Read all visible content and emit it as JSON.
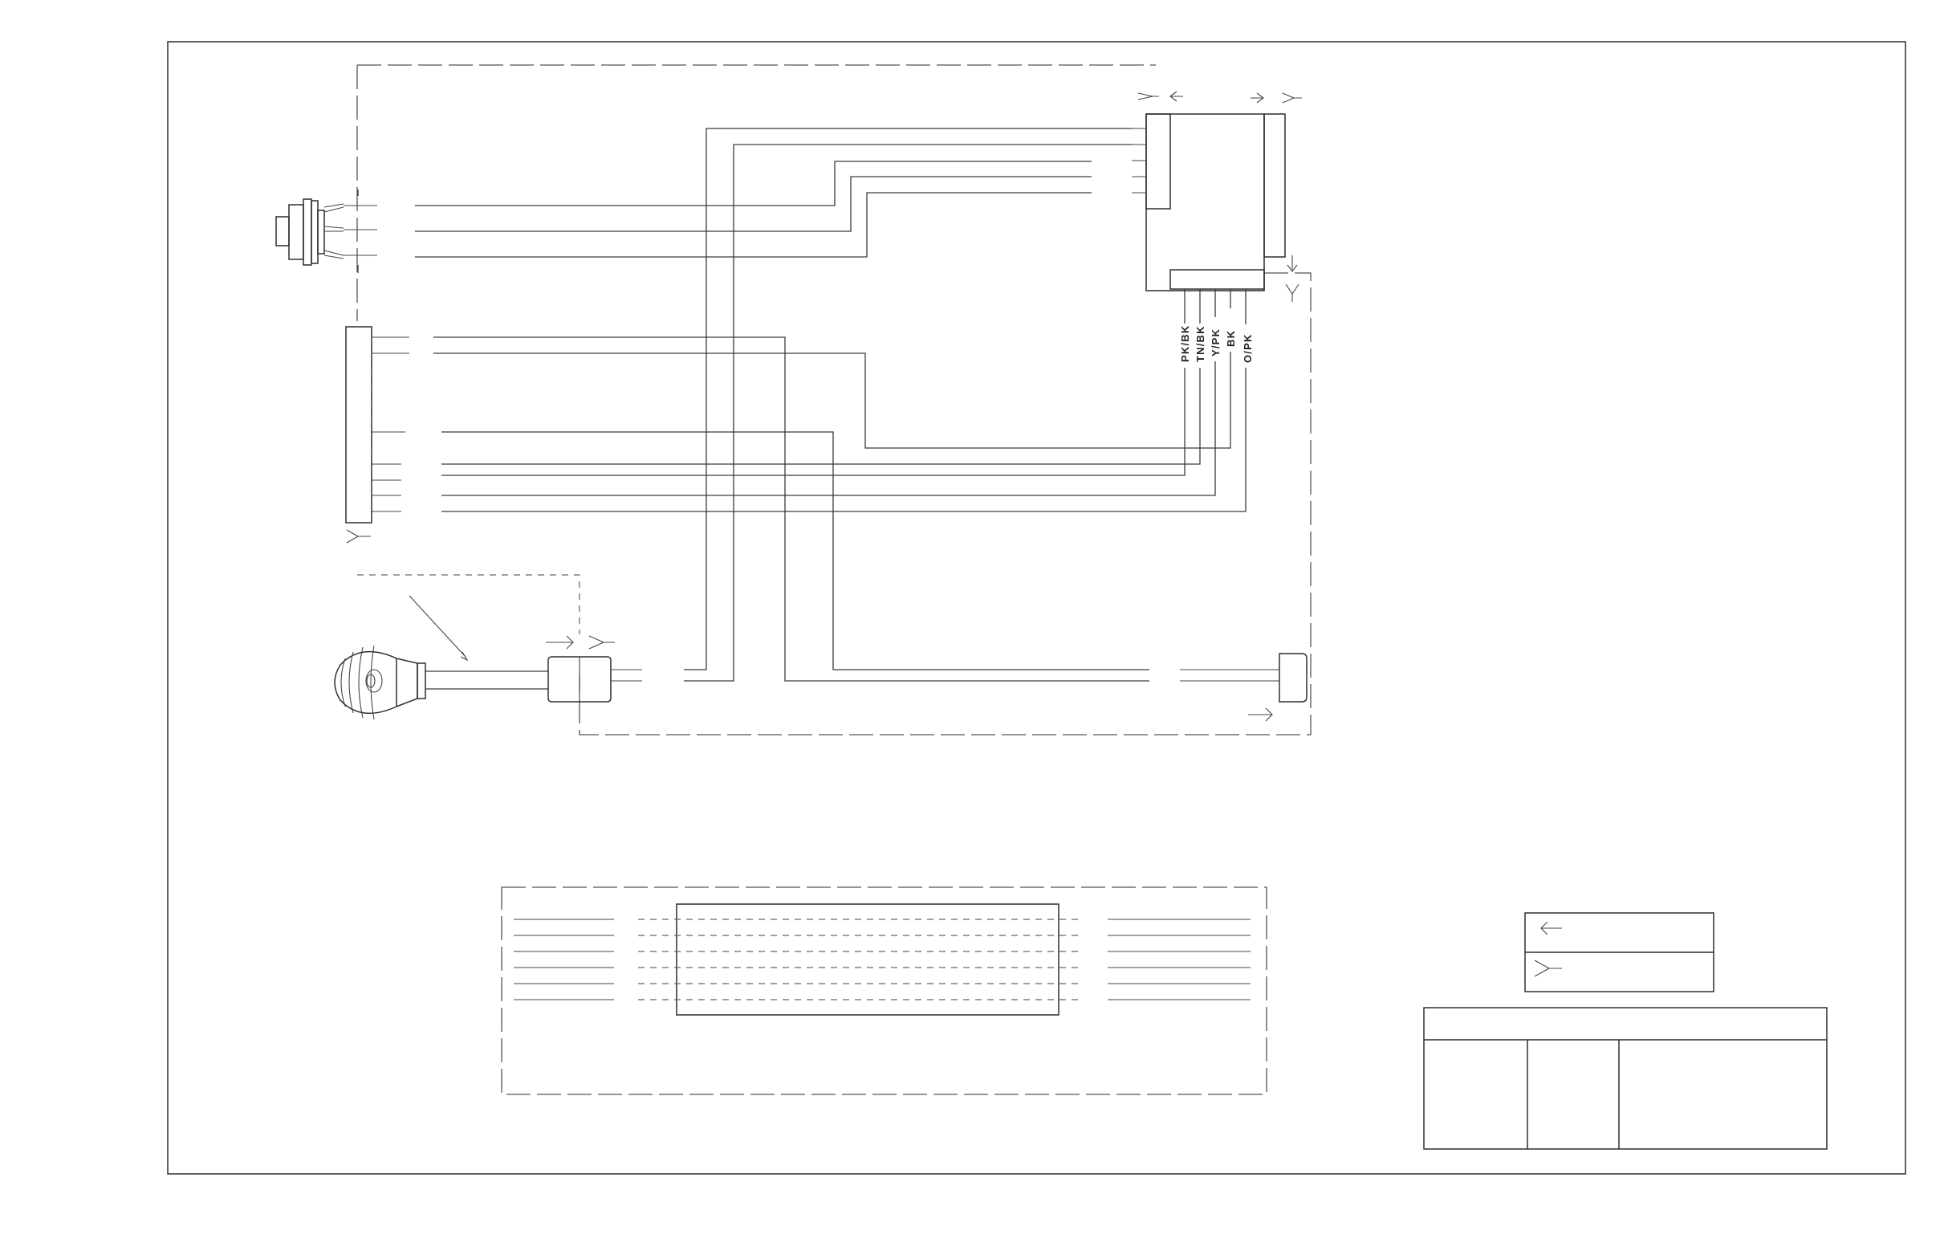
{
  "diagram": {
    "wire_colors": [
      "PK/BK",
      "TN/BK",
      "Y/PK",
      "BK",
      "O/PK"
    ],
    "line_color": "#3a3a3a",
    "background": "#ffffff",
    "legend_symbols": [
      "arrow-left-icon",
      "connector-fork-icon"
    ]
  }
}
